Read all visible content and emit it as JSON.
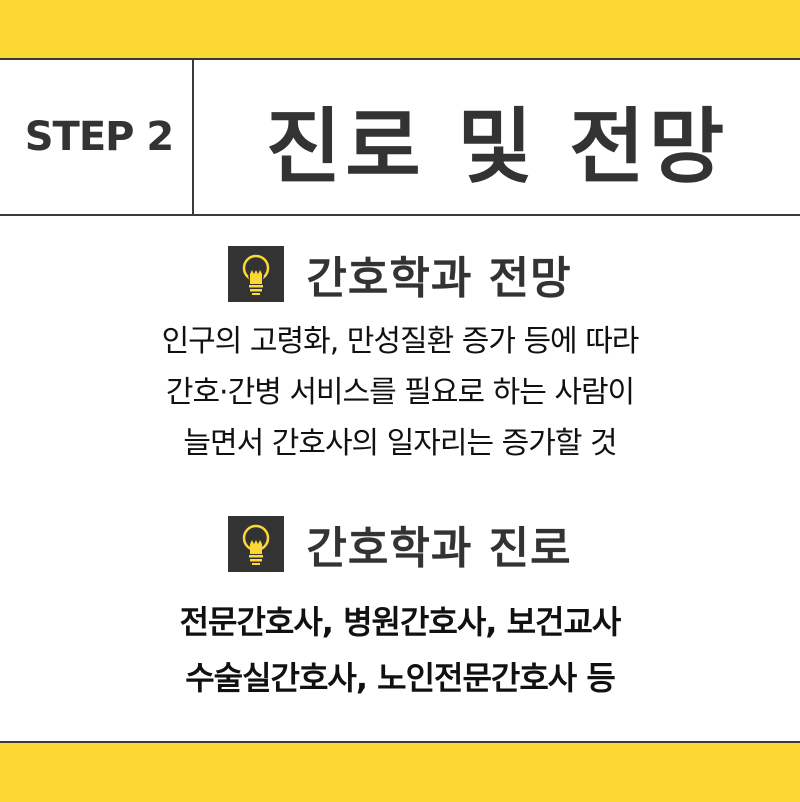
{
  "colors": {
    "accent_yellow": "#FDD835",
    "dark": "#333333",
    "text": "#111111",
    "background": "#FFFFFF"
  },
  "header": {
    "step_label": "STEP 2",
    "title": "진로 및 전망"
  },
  "sections": [
    {
      "icon": "lightbulb-icon",
      "title": "간호학과 전망",
      "lines": [
        "인구의 고령화, 만성질환 증가 등에 따라",
        "간호·간병 서비스를 필요로 하는 사람이",
        "늘면서 간호사의 일자리는 증가할 것"
      ]
    },
    {
      "icon": "lightbulb-icon",
      "title": "간호학과 진로",
      "lines": [
        "전문간호사, 병원간호사, 보건교사",
        "수술실간호사, 노인전문간호사 등"
      ]
    }
  ]
}
